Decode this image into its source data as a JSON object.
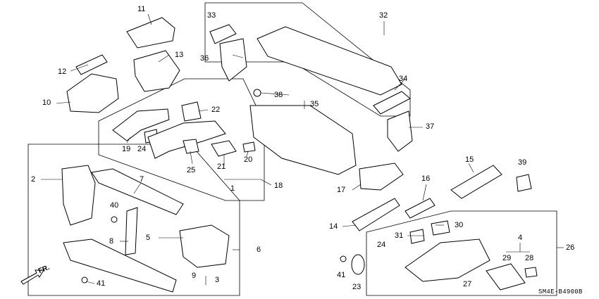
{
  "diagram": {
    "code": "SM4E-B4900B",
    "direction_label": "FR.",
    "callouts": {
      "c1": "1",
      "c2": "2",
      "c3": "3",
      "c4": "4",
      "c5": "5",
      "c6": "6",
      "c7": "7",
      "c8": "8",
      "c9": "9",
      "c10": "10",
      "c11": "11",
      "c12": "12",
      "c13": "13",
      "c14": "14",
      "c15": "15",
      "c16": "16",
      "c17": "17",
      "c18": "18",
      "c19": "19",
      "c20": "20",
      "c21": "21",
      "c22": "22",
      "c23": "23",
      "c24a": "24",
      "c24b": "24",
      "c25": "25",
      "c26": "26",
      "c27": "27",
      "c28": "28",
      "c29": "29",
      "c30": "30",
      "c31": "31",
      "c32": "32",
      "c33": "33",
      "c34": "34",
      "c35": "35",
      "c36": "36",
      "c37": "37",
      "c38": "38",
      "c39": "39",
      "c40": "40",
      "c41a": "41",
      "c41b": "41"
    }
  }
}
